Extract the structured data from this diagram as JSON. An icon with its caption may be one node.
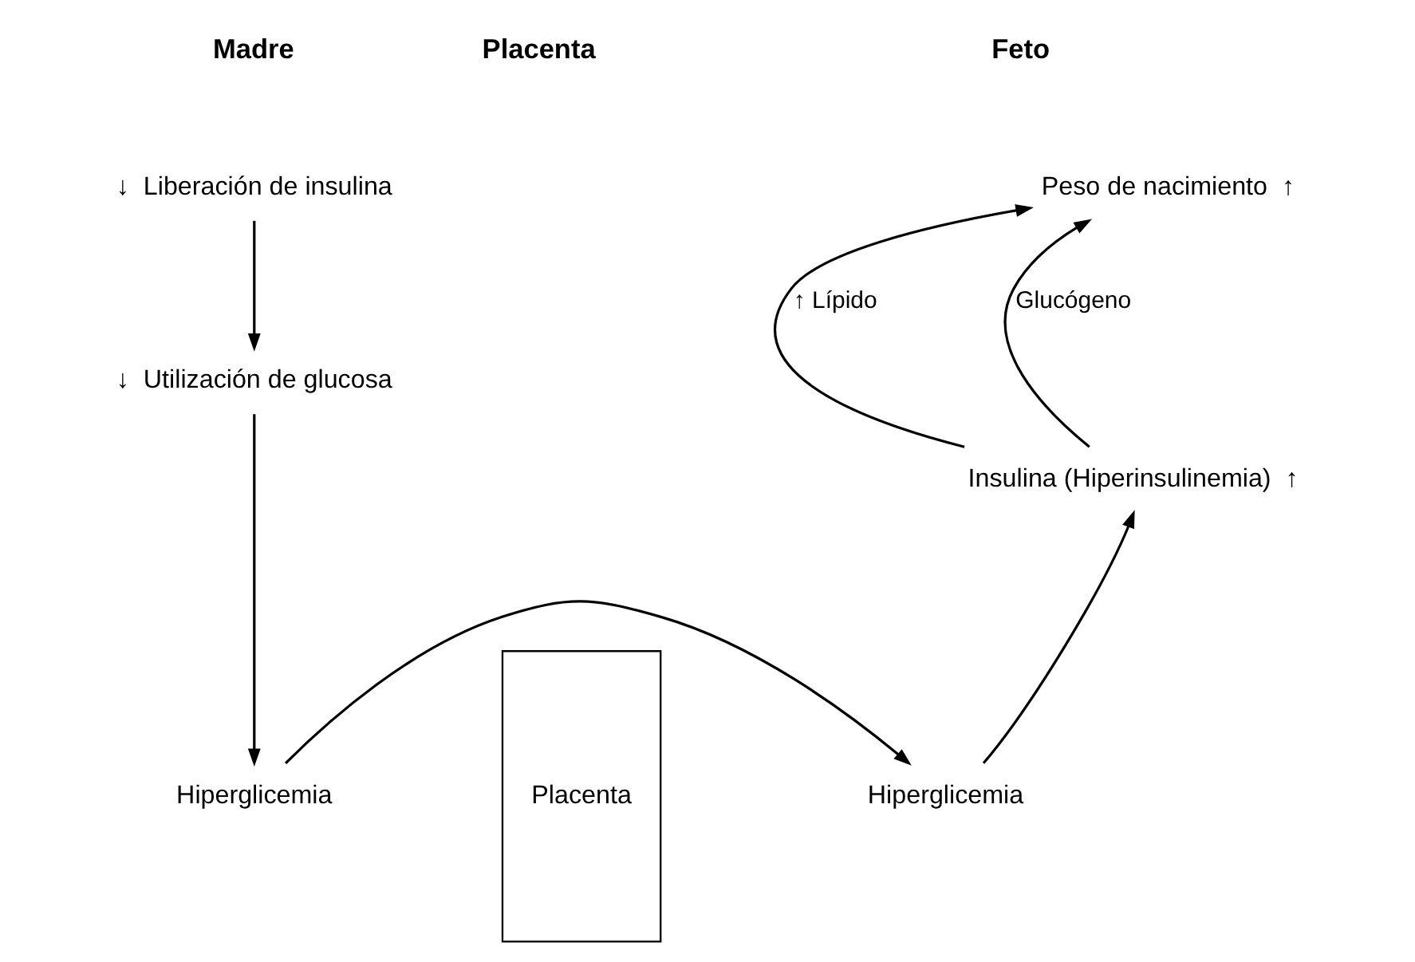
{
  "diagram": {
    "nodes": [
      {
        "text": [
          "Liberación de insulina"
        ],
        "beside": [
          "↓"
        ]
      },
      {
        "text": [
          "Utilización de glucosa"
        ],
        "beside": [
          "↓"
        ]
      },
      {
        "text": [
          "Hiperglicemia"
        ]
      },
      {
        "text": [
          "Placenta"
        ]
      },
      {
        "text": [
          "Peso de nacimiento"
        ],
        "beside": [
          "↑"
        ]
      },
      {
        "text": [
          "Insulina (Hiperinsulinemia)"
        ],
        "beside": [
          "↑"
        ]
      },
      {
        "text": [
          "Hiperglicemia"
        ]
      }
    ],
    "edges": [
      {
        "from": 0,
        "to": 1,
        "arrow": "to"
      },
      {
        "from": 1,
        "to": 2,
        "arrow": "to"
      },
      {
        "from": 2,
        "to": 6,
        "arrow": "to"
      },
      {
        "from": 6,
        "to": 5,
        "arrow": "to"
      },
      {
        "from": 5,
        "to": 4,
        "arrow": "to",
        "label": "↑ Lípido"
      },
      {
        "from": 5,
        "to": 4,
        "arrow": "to",
        "label": "Glucógeno"
      }
    ],
    "labels": [
      "Madre",
      "Placenta",
      "Feto"
    ]
  }
}
